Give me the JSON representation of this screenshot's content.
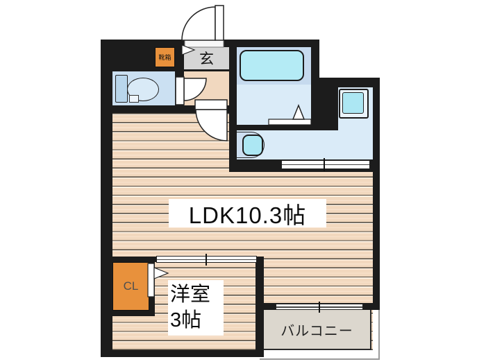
{
  "plan": {
    "title": "apartment-floor-plan",
    "labels": {
      "ldk": "LDK10.3帖",
      "western_room_line1": "洋室",
      "western_room_line2": "3帖",
      "balcony": "バルコニー",
      "entrance": "玄",
      "shoe_box": "靴箱",
      "closet": "CL"
    },
    "colors": {
      "wall": "#1c1c1c",
      "wood_floor": "#f2d8be",
      "wet_area_floor": "#daebf8",
      "fixture_cyan": "#ace7f3",
      "cabinet_orange": "#e8913c",
      "entrance_gray": "#d5d5d5",
      "balcony_gray": "#dcd7ce"
    }
  }
}
